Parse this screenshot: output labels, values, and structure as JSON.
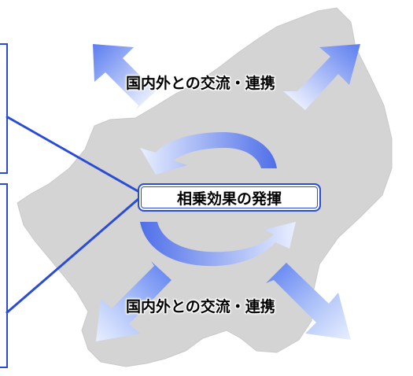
{
  "diagram": {
    "center_label": "相乗効果の発揮",
    "top_label": "国内外との交流・連携",
    "bottom_label": "国内外との交流・連携"
  },
  "colors": {
    "map_fill": "#d4d4d4",
    "accent_blue": "#2a4bd6",
    "arrow_light": "#dce8ff",
    "arrow_dark": "#4f6fe8"
  }
}
